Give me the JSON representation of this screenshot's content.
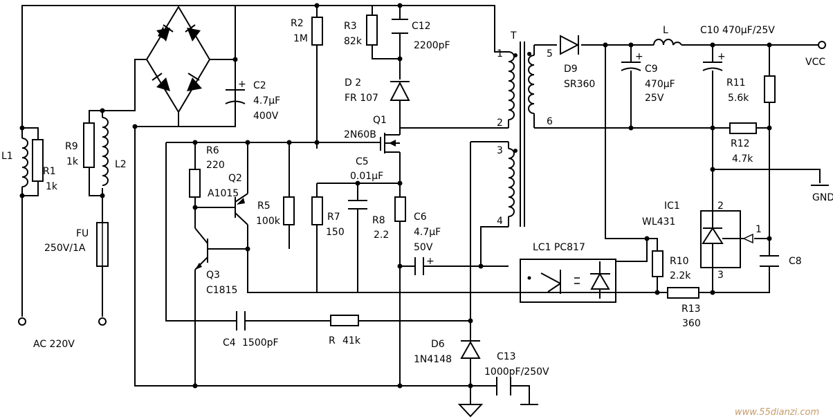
{
  "diagram": {
    "input": {
      "ac_label": "AC 220V"
    },
    "l1": {
      "ref": "L1"
    },
    "r1": {
      "ref": "R1",
      "value": "1k"
    },
    "r9": {
      "ref": "R9",
      "value": "1k"
    },
    "l2": {
      "ref": "L2"
    },
    "fu": {
      "ref": "FU",
      "value": "250V/1A"
    },
    "c2": {
      "ref": "C2",
      "value": "4.7μF",
      "voltage": "400V",
      "polarity": "+"
    },
    "r2": {
      "ref": "R2",
      "value": "1M"
    },
    "r3": {
      "ref": "R3",
      "value": "82k"
    },
    "c12": {
      "ref": "C12",
      "value": "2200pF"
    },
    "d2": {
      "ref": "D 2",
      "value": "FR 107"
    },
    "q1": {
      "ref": "Q1",
      "value": "2N60B"
    },
    "r6": {
      "ref": "R6",
      "value": "220"
    },
    "q2": {
      "ref": "Q2",
      "value": "A1015"
    },
    "r5": {
      "ref": "R5",
      "value": "100k"
    },
    "c5": {
      "ref": "C5",
      "value": "0.01μF"
    },
    "r7": {
      "ref": "R7",
      "value": "150"
    },
    "r8": {
      "ref": "R8",
      "value": "2.2"
    },
    "c6": {
      "ref": "C6",
      "value": "4.7μF",
      "voltage": "50V",
      "polarity": "+"
    },
    "q3": {
      "ref": "Q3",
      "value": "C1815"
    },
    "c4": {
      "ref": "C4",
      "value": "1500pF"
    },
    "r": {
      "ref": "R",
      "value": "41k"
    },
    "d6": {
      "ref": "D6",
      "value": "1N4148"
    },
    "c13": {
      "ref": "C13",
      "value": "1000pF/250V"
    },
    "t": {
      "ref": "T",
      "pins": [
        "1",
        "2",
        "3",
        "4",
        "5",
        "6"
      ]
    },
    "d9": {
      "ref": "D9",
      "value": "SR360"
    },
    "l": {
      "ref": "L"
    },
    "c10": {
      "label": "C10 470μF/25V",
      "polarity": "+"
    },
    "c9": {
      "ref": "C9",
      "value": "470μF",
      "voltage": "25V",
      "polarity": "+"
    },
    "r11": {
      "ref": "R11",
      "value": "5.6k"
    },
    "r12": {
      "ref": "R12",
      "value": "4.7k"
    },
    "vcc": {
      "label": "VCC"
    },
    "gnd": {
      "label": "GND"
    },
    "ic1": {
      "ref": "IC1",
      "value": "WL431",
      "pins": [
        "2",
        "1",
        "3"
      ]
    },
    "lc1": {
      "label": "LC1 PC817"
    },
    "r10": {
      "ref": "R10",
      "value": "2.2k"
    },
    "r13": {
      "ref": "R13",
      "value": "360"
    },
    "c8": {
      "ref": "C8"
    }
  },
  "watermark": {
    "text": "www.55dianzi.com",
    "color": "#c59a6a"
  }
}
